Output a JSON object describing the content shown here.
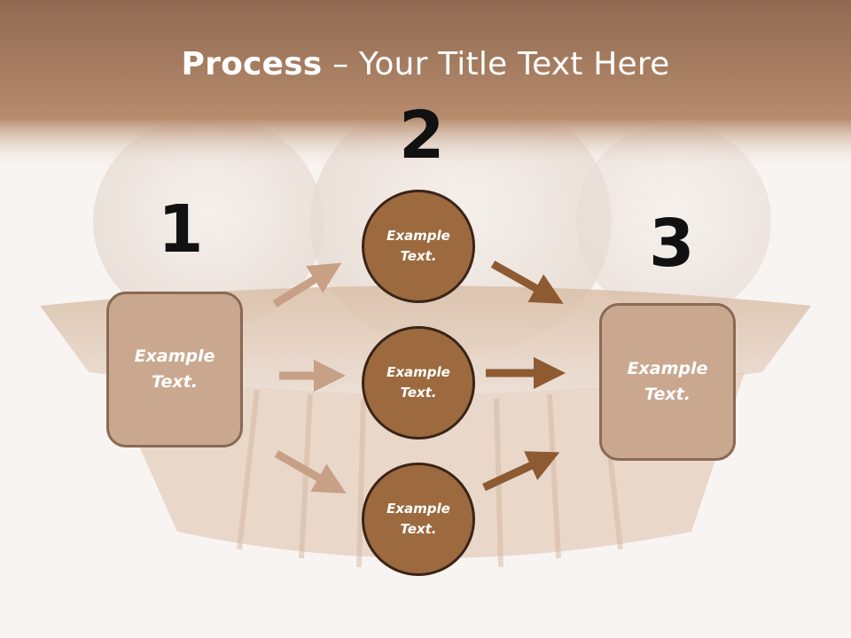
{
  "slide": {
    "title_bold": "Process",
    "title_rest": " – Your Title Text Here"
  },
  "steps": {
    "step1": {
      "number": "1",
      "text": "Example\nText."
    },
    "step2": {
      "number": "2"
    },
    "step3": {
      "number": "3",
      "text": "Example\nText."
    }
  },
  "circles": [
    {
      "text": "Example\nText."
    },
    {
      "text": "Example\nText."
    },
    {
      "text": "Example\nText."
    }
  ],
  "colors": {
    "header_brown": "#9a6f54",
    "box_fill": "#c9a88f",
    "circle_fill": "#9c6a3e",
    "arrow_light": "#c7a085",
    "arrow_dark": "#8e5a32"
  }
}
